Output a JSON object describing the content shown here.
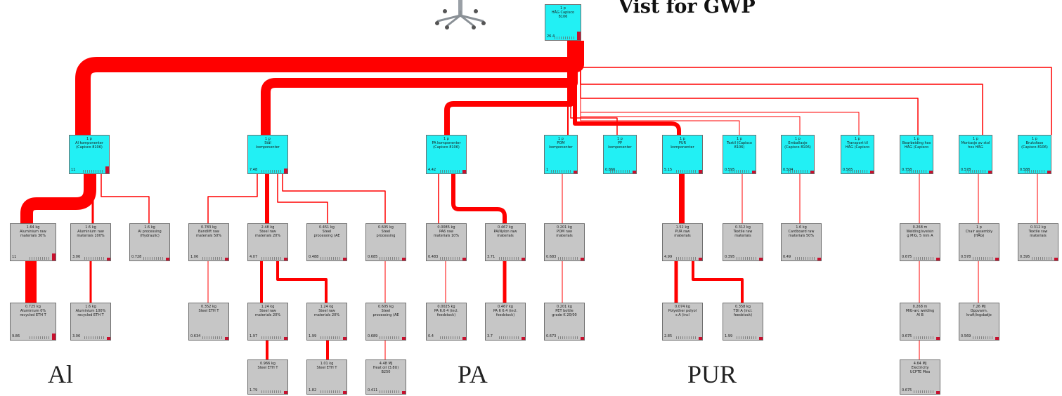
{
  "title": "Vist for GWP",
  "section_labels": [
    "Al",
    "PA",
    "PUR"
  ],
  "colors": {
    "flow": "#ff0000",
    "component": "#22f0f4",
    "process": "#c6c6c6",
    "indicator": "#c8102e"
  },
  "icons": [
    "office-chair-icon"
  ],
  "nodes": [
    {
      "id": "root",
      "kind": "top",
      "label": "1 p\nHÅG Capisco\n8106",
      "value": "26.4"
    },
    {
      "id": "al_comp",
      "kind": "top",
      "label": "1 p\nAl komponenter\n(Capisco 8106)",
      "value": "11"
    },
    {
      "id": "steel_comp",
      "kind": "top",
      "label": "1 p\nStål\nkomponenter",
      "value": "7.48"
    },
    {
      "id": "pa_comp",
      "kind": "top",
      "label": "1 p\nPA komponenter\n(Capisco 8106)",
      "value": "4.42"
    },
    {
      "id": "pom_comp",
      "kind": "top",
      "label": "1 p\nPOM\nkomponenter",
      "value": "1"
    },
    {
      "id": "pp_comp",
      "kind": "top",
      "label": "1 p\nPP\nkomponenter",
      "value": "0.866"
    },
    {
      "id": "pur_comp",
      "kind": "top",
      "label": "1 p\nPUR\nkomponenter",
      "value": "5.15"
    },
    {
      "id": "textil",
      "kind": "top",
      "label": "1 p\nTextil (Capisco\n8106)",
      "value": "0.595"
    },
    {
      "id": "emballasje",
      "kind": "top",
      "label": "1 p\nEmballasje\n(Capisco 8106)",
      "value": "0.504"
    },
    {
      "id": "transport",
      "kind": "top",
      "label": "1 p\nTransport til\nHÅG (Capisco",
      "value": "0.565"
    },
    {
      "id": "bearbeid",
      "kind": "top",
      "label": "1 p\nBearbeiding hos\nHÅG (Capisco",
      "value": "0.758"
    },
    {
      "id": "montasje",
      "kind": "top",
      "label": "1 p\nMontasje av stol\nhos HÅG",
      "value": "0.578"
    },
    {
      "id": "bruksfase",
      "kind": "top",
      "label": "1 p\nBruksfase\n(Capisco 8106)",
      "value": "0.588"
    },
    {
      "id": "al_raw30",
      "kind": "proc",
      "label": "1.64 kg\nAluminium raw\nmaterials 30%",
      "value": "11"
    },
    {
      "id": "al_raw100",
      "kind": "proc",
      "label": "1.6 kg\nAluminium raw\nmaterials 100%",
      "value": "3.06"
    },
    {
      "id": "al_proc",
      "kind": "proc",
      "label": "1.6 kg\nAl processing\n(Hydraulic)",
      "value": "0.728"
    },
    {
      "id": "al_0rec",
      "kind": "proc",
      "label": "0.725 kg\nAluminium 0%\nrecycled ETH T",
      "value": "9.86"
    },
    {
      "id": "al_100rec",
      "kind": "proc",
      "label": "1.6 kg\nAluminium 100%\nrecycled ETH T",
      "value": "3.06"
    },
    {
      "id": "st_raw50",
      "kind": "proc",
      "label": "0.783 kg\nBandlift raw\nmaterials 50%",
      "value": "1.06"
    },
    {
      "id": "st_raw20",
      "kind": "proc",
      "label": "2.48 kg\nSteel raw\nmaterials 20%",
      "value": "4.07"
    },
    {
      "id": "st_processing",
      "kind": "proc",
      "label": "0.451 kg\nSteel\nprocessing (AE",
      "value": "0.488"
    },
    {
      "id": "st_processing2",
      "kind": "proc",
      "label": "0.605 kg\nSteel\nprocessing",
      "value": "0.685"
    },
    {
      "id": "st_eth",
      "kind": "proc",
      "label": "0.352 kg\nSteel ETH T",
      "value": "0.634"
    },
    {
      "id": "st_raw20b",
      "kind": "proc",
      "label": "1.24 kg\nSteel raw\nmaterials 20%",
      "value": "1.97"
    },
    {
      "id": "st_raw20c",
      "kind": "proc",
      "label": "1.24 kg\nSteel raw\nmaterials 20%",
      "value": "1.99"
    },
    {
      "id": "st_processing3",
      "kind": "proc",
      "label": "0.605 kg\nSteel\nprocessing (AE",
      "value": "0.689"
    },
    {
      "id": "st_eth1",
      "kind": "proc",
      "label": "0.966 kg\nSteel ETH T",
      "value": "1.79"
    },
    {
      "id": "st_eth2",
      "kind": "proc",
      "label": "1.01 kg\nSteel ETH T",
      "value": "1.82"
    },
    {
      "id": "heat_oil",
      "kind": "proc",
      "label": "4.48 MJ\nHeat oil (3.8U)\nB250",
      "value": "0.411"
    },
    {
      "id": "pa_raw10",
      "kind": "proc",
      "label": "0.0085 kg\nPA6 raw\nmaterials 10%",
      "value": "0.483"
    },
    {
      "id": "pa_raw",
      "kind": "proc",
      "label": "0.467 kg\nPA/Nylon raw\nmaterials",
      "value": "3.71"
    },
    {
      "id": "pa66",
      "kind": "proc",
      "label": "0.0025 kg\nPA 6.6 4 (incl.\nfeedstock)",
      "value": "0.4"
    },
    {
      "id": "pa6",
      "kind": "proc",
      "label": "0.467 kg\nPA 6 6.4 (incl.\nfeedstock)",
      "value": "3.7"
    },
    {
      "id": "pom_raw",
      "kind": "proc",
      "label": "0.201 kg\nPOM raw\nmaterials",
      "value": "0.683"
    },
    {
      "id": "pet",
      "kind": "proc",
      "label": "0.201 kg\nPET bottle\ngrade K 20/00",
      "value": "0.673"
    },
    {
      "id": "pur_raw",
      "kind": "proc",
      "label": "1.52 kg\nPUR raw\nmaterials",
      "value": "4.99"
    },
    {
      "id": "polyether",
      "kind": "proc",
      "label": "0.074 kg\nPolyether polyol\ns A (incl",
      "value": "2.85"
    },
    {
      "id": "tdi",
      "kind": "proc",
      "label": "0.358 kg\nTDI A (incl.\nfeedstock)",
      "value": "1.99"
    },
    {
      "id": "textil_raw",
      "kind": "proc",
      "label": "0.312 kg\nTextile raw\nmaterials",
      "value": "0.395"
    },
    {
      "id": "cardboard",
      "kind": "proc",
      "label": "1.6 kg\nCardboard raw\nmaterials 50%",
      "value": "0.49"
    },
    {
      "id": "welding",
      "kind": "proc",
      "label": "0.268 m\nWelding/sveisin\ng MIG, 5 mm A",
      "value": "0.675"
    },
    {
      "id": "mig",
      "kind": "proc",
      "label": "0.268 m\nMIG-arc welding\nAl B",
      "value": "0.675"
    },
    {
      "id": "electricity",
      "kind": "proc",
      "label": "4.64 MJ\nElectricity\nUCPTE Mea",
      "value": "0.675"
    },
    {
      "id": "chair_assembly",
      "kind": "proc",
      "label": "1 p\nChair assembly\n(HÅG)",
      "value": "0.578"
    },
    {
      "id": "oppvarming",
      "kind": "proc",
      "label": "7.26 MJ\nOppvarm.\nkraft/ingsbølje",
      "value": "0.569"
    },
    {
      "id": "textil_raw2",
      "kind": "proc",
      "label": "0.312 kg\nTextile raw\nmaterials",
      "value": "0.395"
    }
  ]
}
